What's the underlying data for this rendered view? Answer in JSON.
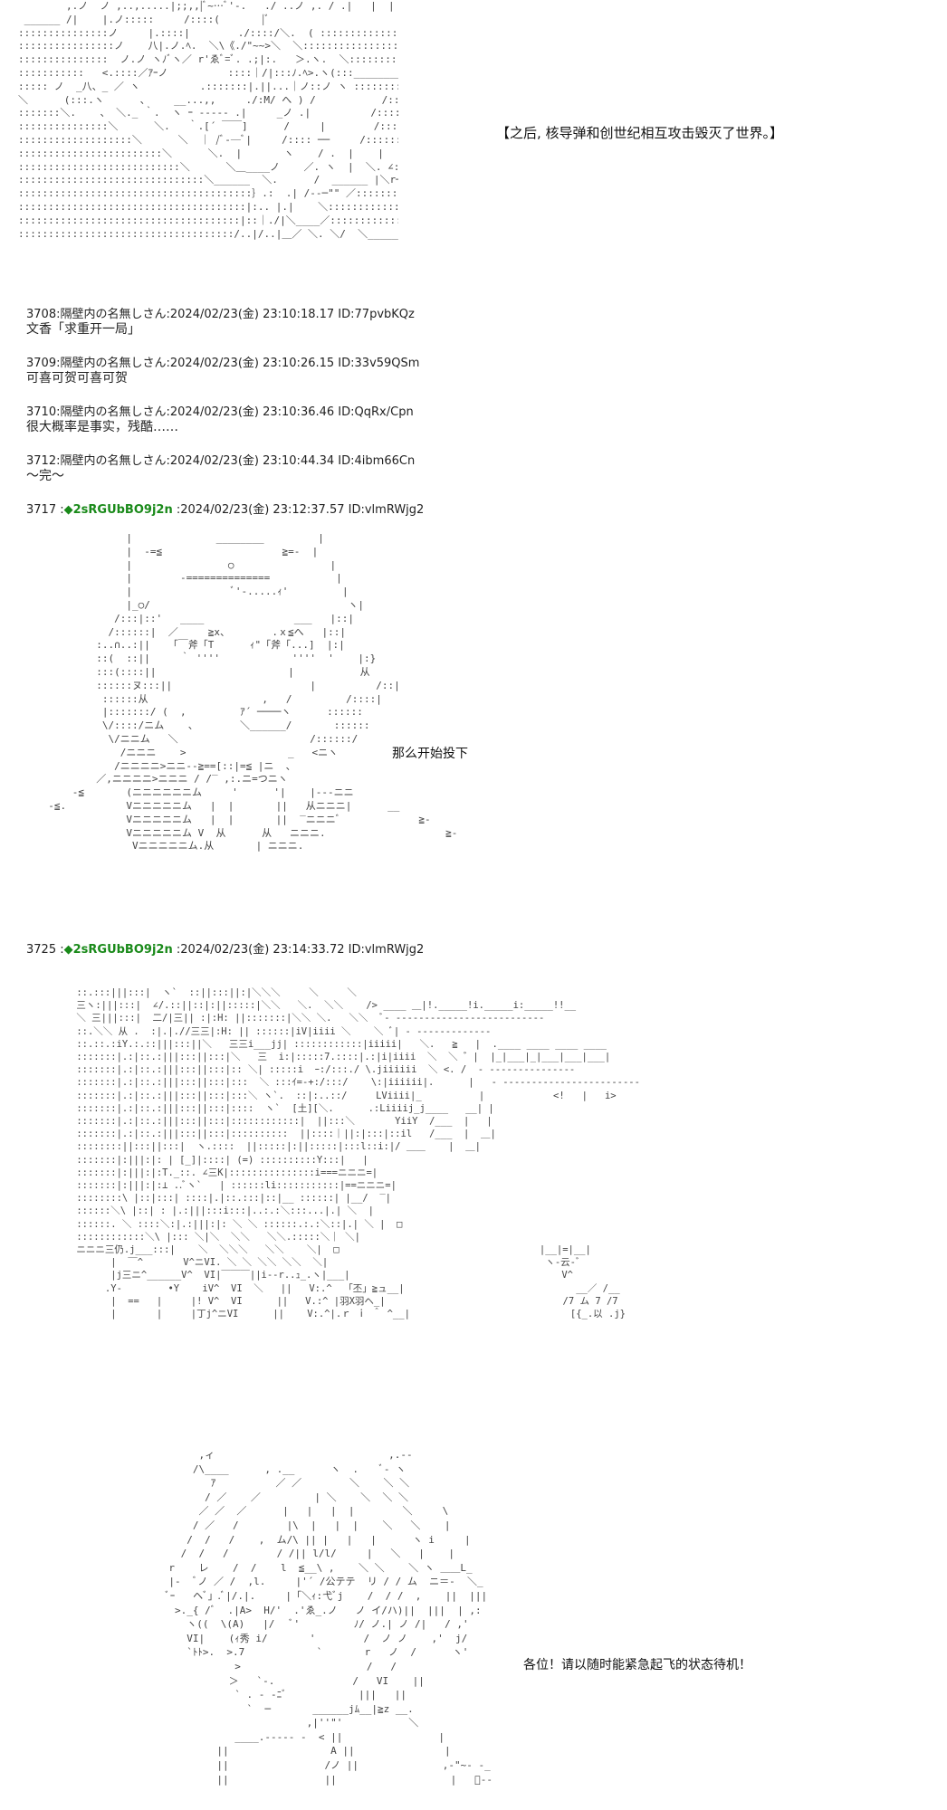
{
  "panel1": {
    "narration": "【之后, 核导弹和创世纪相互攻击毁灭了世界。】"
  },
  "posts": [
    {
      "number": "3708",
      "name": "隔壁内の名無しさん",
      "datetime": "2024/02/23(金) 23:10:18.17",
      "id": "ID:77pvbKQz",
      "body": "文香「求重开一局」"
    },
    {
      "number": "3709",
      "name": "隔壁内の名無しさん",
      "datetime": "2024/02/23(金) 23:10:26.15",
      "id": "ID:33v59QSm",
      "body": "可喜可贺可喜可贺"
    },
    {
      "number": "3710",
      "name": "隔壁内の名無しさん",
      "datetime": "2024/02/23(金) 23:10:36.46",
      "id": "ID:QqRx/Cpn",
      "body": "很大概率是事实，残酷……"
    },
    {
      "number": "3712",
      "name": "隔壁内の名無しさん",
      "datetime": "2024/02/23(金) 23:10:44.34",
      "id": "ID:4ibm66Cn",
      "body": "〜完〜"
    }
  ],
  "author_posts": [
    {
      "number": "3717",
      "tripcode": "◆2sRGUbBO9j2n",
      "datetime": "2024/02/23(金) 23:12:37.57",
      "id": "ID:vlmRWjg2",
      "dialogue": "那么开始投下"
    },
    {
      "number": "3725",
      "tripcode": "◆2sRGUbBO9j2n",
      "datetime": "2024/02/23(金) 23:14:33.72",
      "id": "ID:vlmRWjg2",
      "dialogue": "各位！请以随时能紧急起飞的状态待机！"
    }
  ],
  "ascii_art": {
    "aa1": "        ,.ノ  ノ ,..,.....|;;,,|ﾞ~…ﾞ'‐.   ./ ..ノ ,. / .|   |  |   \"r\n ______ /|    |.ノ:::::     /::::(       |ﾞ\n:::::::::::::::ノ     |.::::|        ./::::/＼.  ( ::::::::::::::::::::::::::::::::::::::\n::::::::::::::::ノ    八|.ノ.ﾍ.  ＼\\《./\"~~>＼  ＼::::::::::::::::::::::::::::::::::::::\n:::::::::::::::  ノ.ノ ヽﾉﾞヽ／ r'ゑﾞ=ﾞ. .;|:.   ＞.ヽ.  ＼:::::::::::::::::::::::::::::::::\n:::::::::::   <.::::／ｱｰノ          ::::｜/|:::ﾉ.ﾍ>.ヽ(:::______________/\n::::: ノ  _八、_ ／ ヽ          .:::::::|.||...｜ノ::ノ ヽ :::::::::::::::::::::::::::/\n＼      (:::.ヽ      、    __...,,     ./:M/ へ ) /           /::::::::::::\n:::::::＼.    、 ＼._ ｀.  ヽ ｰ ‐‐‐‐‐ .|     _ノ .|          /:::::::::::::\n:::::::::::::::＼      ＼.   ｀.[´ ￣￣]      /     |        /::::::::::::::\n:::::::::::::::::::＼      ＼  ｜ /ﾞ‐─ﾞ|     /:::: ──     /:::::::::::::::\n::::::::::::::::::::::::＼      ＼.  |       ヽ    / .  |    |    /::::::::::::::::\n:::::::::::::::::::::::::::＼      ＼＿____ノ    ／. ヽ  |  ＼. ∠::::::::::::::::\n:::::::::::::::::::::::::::::::＼______  ＼.      /  ______ |＼r───::::::::::::::::\n:::::::::::::::::::::::::::::::::::::::｝.:  .| /--─\"\" ／::::::::::::::／::::::::::::::／\n::::::::::::::::::::::::::::::::::::::|:.. |.|    ＼::::::::::::::／:::::::::::::::／_,,.\n:::::::::::::::::::::::::::::::::::::|::｜./|＼____／::::::::::::／::::::::::::::／::::::\n::::::::::::::::::::::::::::::::::::/..|/..|＿／ ＼. ＼/  ＼_________／",
    "aa2": "               |              ________         |\n               |  -=≦                    ≧=-  |\n               |                ○                |\n               |        -==============           |\n               |                 ﾞ'‐.....ｨ'         |\n               |_○/                                 ヽ|\n             /:::|::'   ____               ___   |::|\n            /::::::|  ／     ≧x、       .ｘ≦へ   |::|\n          :..∩..:||   「￣斧「T      ｨ\"「斧「...]  |:|\n          ::(  ::||     ｀ ''''            ''''  '    |:}\n          :::(::::||                      |           从\n          ::::::ヌ:::||                       |          /::|\n           ::::::从                   ,   /         /::::|\n           |:::::::/ (  ,         ｱ´ ────ヽ      ::::::\n           \\/::::/ニム    、       ＼______/       ::::::\n            \\/ニニム   ＼                      /::::::/\n              /ニニニ    >                 _   <ニヽ\n             /ニニニニ>ニニ-‐≧==[::|=≦ |ニ  、\n          ／,ニニニニ>ニニニ / /‾ ,:.ニ=つニヽ\n      -≦       (ニニニニニニム     '      '|    |‐‐‐ニニ\n  -≦.          Vニニニニニム   |  |       ||   从ニニニ|      __\n               Vニニニニニム   |  |       ||  ‾ニニニﾞ             ≧-\n               Vニニニニニム V  从      从   ニニニ.                    ≧-\n                Vニニニニニム.从       | ニニニ.",
    "aa3": " ::.:::|||:::|  ヽ`  ::||:::||:|＼＼＼     ＼     ＼\n 三ヽ:|||:::|  ∠/.::||::|:||:::::|＼＼   ＼.  ＼＼    /> ____ ＿|!._____!i._____i:_____!!__\n ＼ 三|||:::|  二/|三|| :|:H: ||:::::::|＼＼ ＼.   ＼＼  ﾞ- ‐‐‐‐‐‐‐‐‐‐‐‐‐‐‐‐‐‐‐‐‐‐‐‐‐‐\n ::.＼＼ 从 .  :|.|.//三三|:H: || ::::::|iV|iiii ＼    ＼ ﾞ| ‐ ‐‐‐‐‐‐‐‐‐‐‐‐‐\n ::.::.:iY.:.::|||:::||＼   三三i___jj| ::::::::::::|iiiii|   ＼.   ≧   |  .____ ____ ____ ____\n :::::::|.:|::.:|||:::||:::|＼   三  i:|:::::7.::::|.:|i|iiii  ＼  ＼ ゛|  |_|___|_|___|___|___|\n :::::::|.:|::.:|||:::||:::|:: ＼| :::::i  ｰ:/:::./ \\.jiiiiii  ＼ <. /  ‐ ‐‐‐‐‐‐‐‐‐‐‐‐‐‐‐\n :::::::|.:|::.:|||:::||:::|:::  ＼ :::ｲ=-+:/:::/    \\:|iiiiii|.      |   ‐ ‐‐‐‐‐‐‐‐‐‐‐‐‐‐‐‐‐‐‐‐‐‐‐‐\n :::::::|.:|::.:|||:::||:::|:::＼ ヽ`.  ::|:..::/     LViiii|_          |            <!   |   i>\n :::::::|.:|::.:|||:::||:::|::::  ヽ`  [土][＼.      .:Liiiij_j____   __| |\n :::::::|.:|::.:|||:::||:::|::::::::::::|  ||:::＼       YiiY  /___  |   |\n :::::::|.:|::.:|||:::||:::|::::::::::  ||::::｜||:|:::|::il   /___  |  ＿|\n ::::::::||:::||:::|  ヽ.::::  ||:::::|:||:::::|:::l::i:|/ ＿＿    |  ＿|\n :::::::|:|||:|: | [_]|::::| (=) ::::::::::Y:::|   |\n :::::::|:|||:|:T._::. ∠三K|:::::::::::::::i===ニニニ=|\n :::::::|:|||:|:⊥ ..ﾞヽ`   | ::::::li:::::::::::|==ニニニ=|\n ::::::::\\ |::|:::| ::::|.|::.:::|::|__ ::::::| |__/  ‾|\n ::::::＼\\ |::| : |.:|||:::i:::|..:.:＼:::...|.| ＼  |\n ::::::. ＼ ::::＼:|.:|||:|: ＼ ＼ ::::::.:.:＼::|.| ＼ |  □\n ::::::::::::＼\\ |::: ＼|＼  ＼＼   ＼＼.:::::＼｜ ＼|\n ニニニ三仍.j___:::|    ＼  ＼＼＼   ＼＼    ＼|  □                                   |__|=|__|\n       |  ￣^       V^ニVI. ＼ ＼ ＼＼ ＼＼  ＼|                                      ヽ‐云‐ﾞ\n       |j三ニ^______V^  VI|￣￣￣||i‐‐r..ｭ_.ヽ|___|                                     V^\n      .Y-        •Y    iV^  VI  ＼   ||   V:.^  「丕」≧ュ__|                              __／ /__\n       |  ==   |     |! V^  VI      ||   V.:^ |羽X羽ヘ_|                               /7 ム 7 /7\n       |       |     |丁j^ニVI      ||    V:.^|.ｒ ｉ ＾ ^__|                            [{_.以 .j}",
    "aa4": "            ,ィ                             ,.-‐\n           /\\____      , .__      ヽ  .    ﾞ‐ ヽ\n              ｱ          ／ ／        ＼    ＼ ＼\n             / ／    ／         | ＼    ＼  ＼ ＼\n            ／ ／  ／      |   |   |  |        ＼     \\\n           / ／   /        |\\  |   |  |    ＼   ＼    |\n          /  /   /    ,  ム/\\ || |   |   |      ヽ i     |\n         /  /   /        / /|| l/l/     |   ＼   |    |\n       r    レ    /  /    l  ≦__\\ ,    ＼ ＼    ＼ ヽ ＿＿L_\n       |‐  ﾞノ ／ /  ,l.     |'´ /公テテ  リ / / ム  ニ＝-  ＼_\n       ﾞｰ   ヘﾞ」.ﾞ|/.|.     |「＼ｨ:弋ﾞj    /  / /  ,    ||  |||   |\n        >._{ /ﾞ  .|A>  H/'  .'ゑ_.ノ   ノ イ/ハ)||  |||  | ,:\n          ヽ((  \\(A)   |/   ﾞ'         ﾉ/ ノ.| ノ /|   / ,'\n          VI|    (ｨ秀 i/       '        /  ノ ノ    ,'  j/\n          `ﾄﾄ>.  >.7            `       r   ノ  /      ヽ'\n                  >                     /   /\n                 ＞   `-.             /   VI    ||\n                  ` . - ‐ﾆﾞ            |||   ||\n                    `  ─       ______jﾑ__|≧z __.\n                              ,|''\"'           ＼\n                  ____.-‐‐‐‐ -  < ||                |\n               ||                 A ||               |\n               ||                /ノ ||              ,-\"~‐ ‐_\n               ||                ||                   |   ﾞ‐-"
  }
}
